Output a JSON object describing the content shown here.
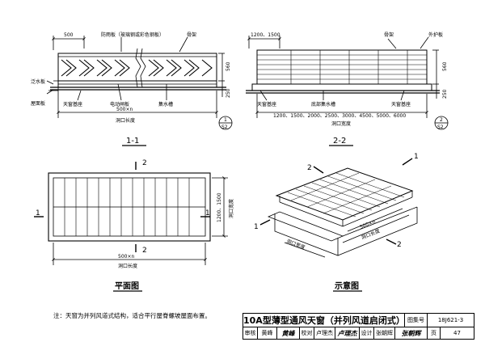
{
  "labels": {
    "dim_500": "500",
    "cover_plate": "防雨板（玻璃钢或彩色钢板）",
    "frame_1": "骨架",
    "dim_560_a": "560",
    "dim_250_a": "250",
    "flashing": "泛水板",
    "roof_panel": "屋面板",
    "base_1": "天窗基座",
    "damper": "电动闸板",
    "gutter": "集水槽",
    "dim_500n": "500×n",
    "opening_length": "洞口长度",
    "section_1": "1-1",
    "ref_1_top": "1",
    "ref_1_bottom": "S2",
    "dim_1200_1500": "1200、1500",
    "frame_2": "骨架",
    "guard_plate": "外护板",
    "dim_560_b": "560",
    "dim_250_b": "250",
    "base_2": "天窗基座",
    "bottom_gutter": "底部集水槽",
    "base_3": "天窗基座",
    "widths": "1200、1500、2000、2500、3000、4500、5000、6000",
    "opening_width": "洞口宽度",
    "section_2": "2-2",
    "ref_2_top": "2",
    "ref_2_bottom": "S2",
    "plan_cut_1_left": "1",
    "plan_cut_1_right": "1",
    "plan_cut_2_top": "2",
    "plan_cut_2_bottom": "2",
    "plan_dim_width": "1200、1500",
    "plan_opening_width": "洞口宽度",
    "plan_dim_500n": "500×n",
    "plan_opening_length": "洞口长度",
    "plan_title": "平面图",
    "iso_cut_1_top": "1",
    "iso_cut_1_bottom": "1",
    "iso_cut_2_top": "2",
    "iso_cut_2_bottom": "2",
    "iso_dim_500n": "500×n",
    "iso_opening_length": "洞口长度",
    "iso_opening_width": "洞口宽度",
    "iso_title": "示意图"
  },
  "note": "注：天窗为并列风道式结构，适合平行屋脊螺坡屋面布置。",
  "title_block": {
    "title": "10A型薄型通风天窗（并列风道启闭式）",
    "atlas_label": "图集号",
    "atlas_no": "18J621-3",
    "review_label": "审核",
    "review_name": "黄峰",
    "review_sig": "黄峰",
    "check_label": "校对",
    "check_name": "卢理杰",
    "check_sig": "卢理杰",
    "design_label": "设计",
    "design_name": "张朝辉",
    "design_sig": "张朝辉",
    "page_label": "页",
    "page_no": "47"
  }
}
